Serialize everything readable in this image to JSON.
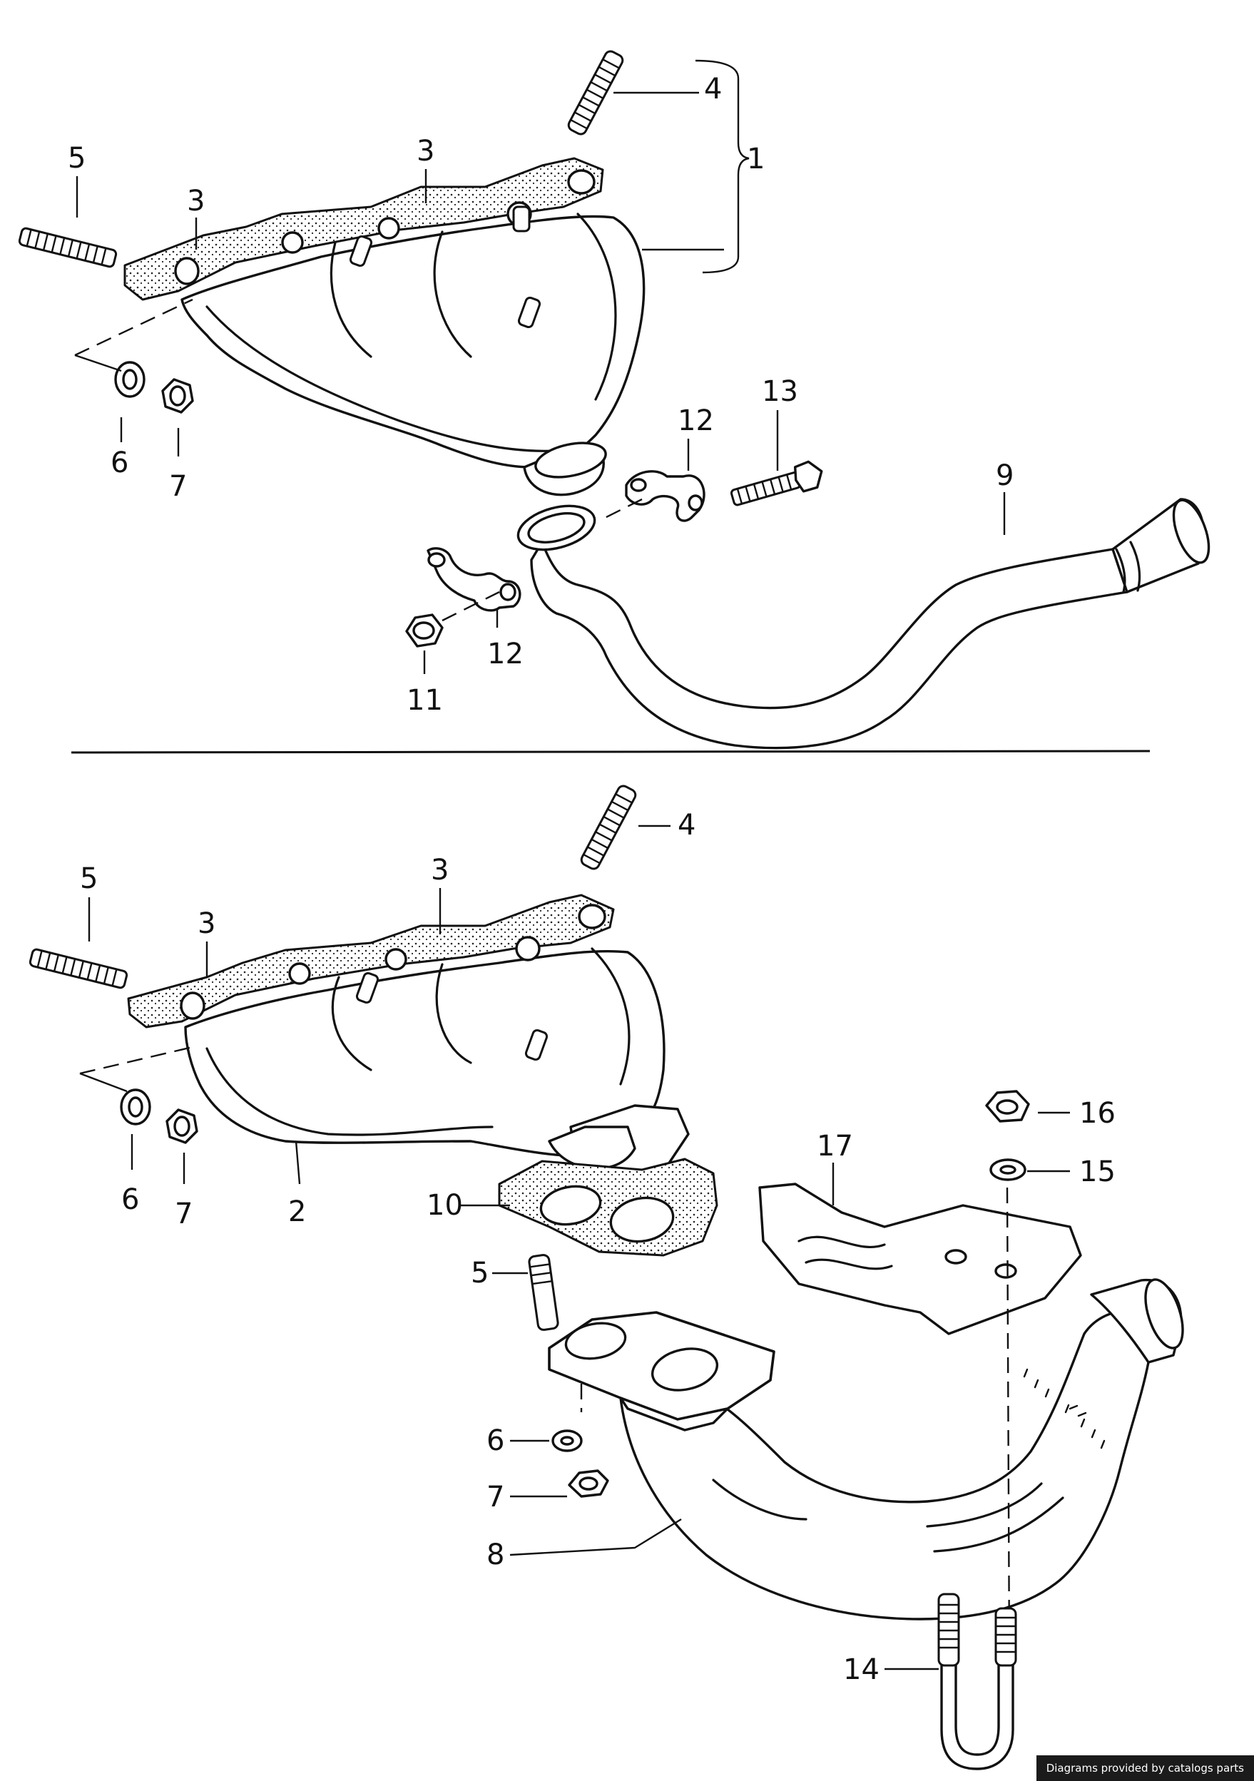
{
  "credit": "Diagrams provided by catalogs parts",
  "upper_assembly": {
    "callouts": [
      "1",
      "3",
      "3",
      "4",
      "5",
      "6",
      "7",
      "9",
      "11",
      "12",
      "12",
      "13"
    ]
  },
  "lower_assembly": {
    "callouts": [
      "2",
      "3",
      "3",
      "4",
      "5",
      "5",
      "6",
      "6",
      "7",
      "7",
      "8",
      "10",
      "14",
      "15",
      "16",
      "17"
    ]
  }
}
